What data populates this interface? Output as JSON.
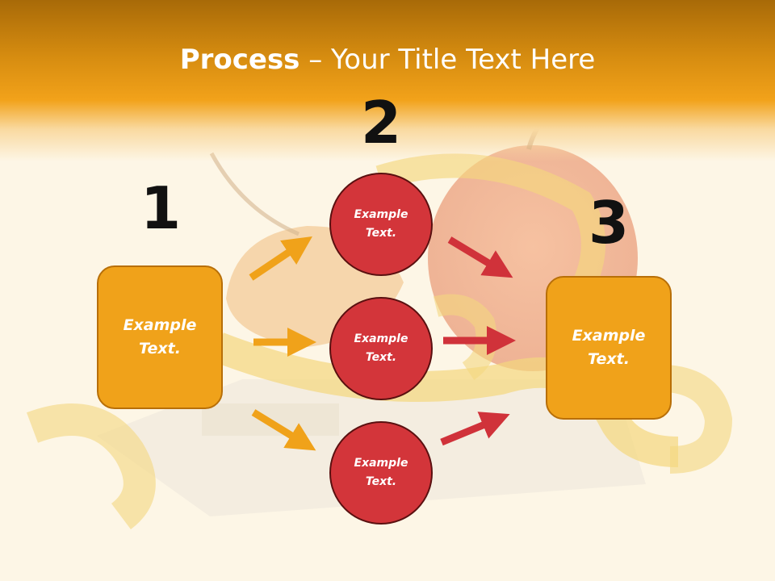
{
  "slide": {
    "title_bold": "Process",
    "title_rest": " – Your Title Text Here"
  },
  "steps": {
    "one": "1",
    "two": "2",
    "three": "3"
  },
  "left_box": {
    "text": "Example\nText."
  },
  "right_box": {
    "text": "Example\nText."
  },
  "circles": [
    {
      "text": "Example\nText."
    },
    {
      "text": "Example\nText."
    },
    {
      "text": "Example\nText."
    }
  ],
  "colors": {
    "orange": "#f0a21a",
    "red": "#d3353a",
    "arrow_orange": "#f0a21a",
    "arrow_red": "#d0323a"
  }
}
